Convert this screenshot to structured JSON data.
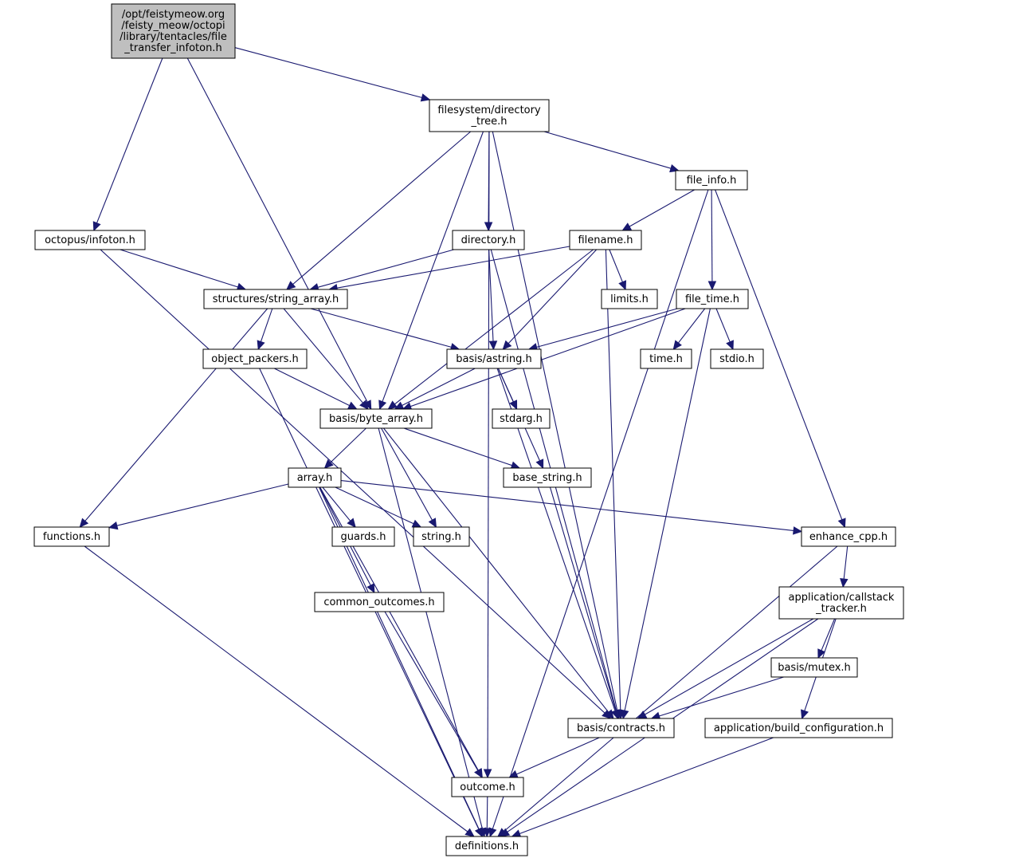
{
  "diagram": {
    "type": "include-dependency-graph",
    "colors": {
      "edge": "#191970",
      "root_fill": "#bfbfbf",
      "node_border": "#000000",
      "system_border": "#bfbfbf"
    },
    "nodes": [
      {
        "id": "root",
        "lines": [
          "/opt/feistymeow.org",
          "/feisty_meow/octopi",
          "/library/tentacles/file",
          "_transfer_infoton.h"
        ],
        "kind": "root"
      },
      {
        "id": "dirtree",
        "lines": [
          "filesystem/directory",
          "_tree.h"
        ],
        "kind": "local"
      },
      {
        "id": "infoton",
        "lines": [
          "octopus/infoton.h"
        ],
        "kind": "local"
      },
      {
        "id": "fileinfo",
        "lines": [
          "file_info.h"
        ],
        "kind": "local"
      },
      {
        "id": "directory",
        "lines": [
          "directory.h"
        ],
        "kind": "local"
      },
      {
        "id": "filename",
        "lines": [
          "filename.h"
        ],
        "kind": "local"
      },
      {
        "id": "strarray",
        "lines": [
          "structures/string_array.h"
        ],
        "kind": "local"
      },
      {
        "id": "limits",
        "lines": [
          "limits.h"
        ],
        "kind": "system"
      },
      {
        "id": "filetime",
        "lines": [
          "file_time.h"
        ],
        "kind": "local"
      },
      {
        "id": "objpack",
        "lines": [
          "object_packers.h"
        ],
        "kind": "local"
      },
      {
        "id": "astring",
        "lines": [
          "basis/astring.h"
        ],
        "kind": "local"
      },
      {
        "id": "timeh",
        "lines": [
          "time.h"
        ],
        "kind": "system"
      },
      {
        "id": "stdio",
        "lines": [
          "stdio.h"
        ],
        "kind": "system"
      },
      {
        "id": "bytearray",
        "lines": [
          "basis/byte_array.h"
        ],
        "kind": "local"
      },
      {
        "id": "stdarg",
        "lines": [
          "stdarg.h"
        ],
        "kind": "system"
      },
      {
        "id": "array",
        "lines": [
          "array.h"
        ],
        "kind": "local"
      },
      {
        "id": "basestring",
        "lines": [
          "base_string.h"
        ],
        "kind": "local"
      },
      {
        "id": "functions",
        "lines": [
          "functions.h"
        ],
        "kind": "local"
      },
      {
        "id": "guards",
        "lines": [
          "guards.h"
        ],
        "kind": "local"
      },
      {
        "id": "stringh",
        "lines": [
          "string.h"
        ],
        "kind": "system"
      },
      {
        "id": "enhance",
        "lines": [
          "enhance_cpp.h"
        ],
        "kind": "local"
      },
      {
        "id": "callstack",
        "lines": [
          "application/callstack",
          "_tracker.h"
        ],
        "kind": "local"
      },
      {
        "id": "common",
        "lines": [
          "common_outcomes.h"
        ],
        "kind": "local"
      },
      {
        "id": "mutex",
        "lines": [
          "basis/mutex.h"
        ],
        "kind": "local"
      },
      {
        "id": "contracts",
        "lines": [
          "basis/contracts.h"
        ],
        "kind": "local"
      },
      {
        "id": "buildcfg",
        "lines": [
          "application/build_configuration.h"
        ],
        "kind": "local"
      },
      {
        "id": "outcome",
        "lines": [
          "outcome.h"
        ],
        "kind": "local"
      },
      {
        "id": "definitions",
        "lines": [
          "definitions.h"
        ],
        "kind": "local"
      }
    ],
    "edges": [
      [
        "root",
        "dirtree"
      ],
      [
        "root",
        "infoton"
      ],
      [
        "root",
        "bytearray"
      ],
      [
        "dirtree",
        "fileinfo"
      ],
      [
        "dirtree",
        "directory"
      ],
      [
        "dirtree",
        "strarray"
      ],
      [
        "dirtree",
        "bytearray"
      ],
      [
        "dirtree",
        "contracts"
      ],
      [
        "dirtree",
        "outcome"
      ],
      [
        "infoton",
        "strarray"
      ],
      [
        "infoton",
        "contracts"
      ],
      [
        "fileinfo",
        "filename"
      ],
      [
        "fileinfo",
        "filetime"
      ],
      [
        "fileinfo",
        "enhance"
      ],
      [
        "fileinfo",
        "definitions"
      ],
      [
        "directory",
        "strarray"
      ],
      [
        "directory",
        "astring"
      ],
      [
        "directory",
        "contracts"
      ],
      [
        "filename",
        "strarray"
      ],
      [
        "filename",
        "limits"
      ],
      [
        "filename",
        "astring"
      ],
      [
        "filename",
        "bytearray"
      ],
      [
        "filename",
        "contracts"
      ],
      [
        "strarray",
        "objpack"
      ],
      [
        "strarray",
        "astring"
      ],
      [
        "strarray",
        "bytearray"
      ],
      [
        "strarray",
        "functions"
      ],
      [
        "filetime",
        "astring"
      ],
      [
        "filetime",
        "bytearray"
      ],
      [
        "filetime",
        "timeh"
      ],
      [
        "filetime",
        "stdio"
      ],
      [
        "filetime",
        "contracts"
      ],
      [
        "objpack",
        "bytearray"
      ],
      [
        "objpack",
        "definitions"
      ],
      [
        "astring",
        "bytearray"
      ],
      [
        "astring",
        "stdarg"
      ],
      [
        "astring",
        "basestring"
      ],
      [
        "astring",
        "contracts"
      ],
      [
        "bytearray",
        "array"
      ],
      [
        "bytearray",
        "basestring"
      ],
      [
        "bytearray",
        "stringh"
      ],
      [
        "bytearray",
        "contracts"
      ],
      [
        "bytearray",
        "definitions"
      ],
      [
        "array",
        "functions"
      ],
      [
        "array",
        "guards"
      ],
      [
        "array",
        "stringh"
      ],
      [
        "array",
        "enhance"
      ],
      [
        "array",
        "common"
      ],
      [
        "array",
        "outcome"
      ],
      [
        "array",
        "definitions"
      ],
      [
        "basestring",
        "contracts"
      ],
      [
        "functions",
        "definitions"
      ],
      [
        "enhance",
        "callstack"
      ],
      [
        "enhance",
        "definitions"
      ],
      [
        "callstack",
        "mutex"
      ],
      [
        "callstack",
        "contracts"
      ],
      [
        "callstack",
        "buildcfg"
      ],
      [
        "callstack",
        "definitions"
      ],
      [
        "common",
        "outcome"
      ],
      [
        "mutex",
        "contracts"
      ],
      [
        "contracts",
        "outcome"
      ],
      [
        "buildcfg",
        "definitions"
      ],
      [
        "outcome",
        "definitions"
      ]
    ]
  }
}
